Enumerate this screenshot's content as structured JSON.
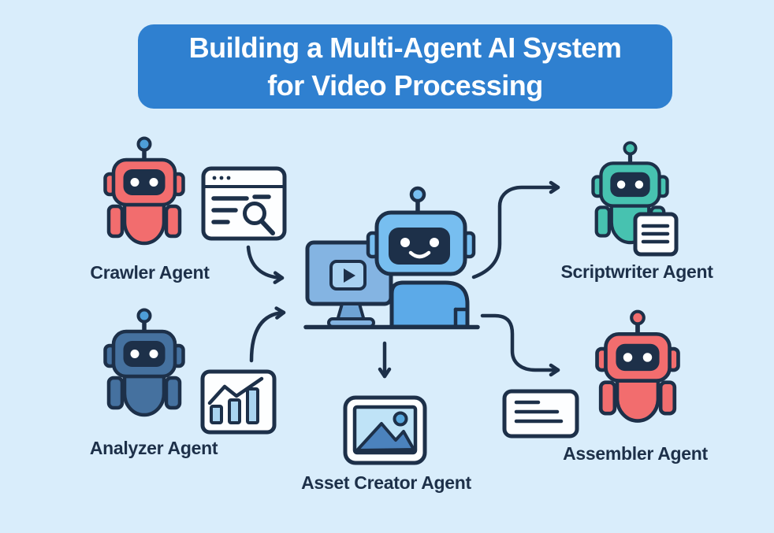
{
  "title": {
    "line1": "Building a Multi-Agent AI System",
    "line2": "for Video Processing"
  },
  "agents": {
    "crawler": {
      "label": "Crawler Agent"
    },
    "analyzer": {
      "label": "Analyzer Agent"
    },
    "scriptwriter": {
      "label": "Scriptwriter Agent"
    },
    "assembler": {
      "label": "Assembler Agent"
    },
    "asset_creator": {
      "label": "Asset Creator Agent"
    }
  },
  "icons": {
    "crawler": "browser-search-icon",
    "analyzer": "bar-chart-icon",
    "coordinator": "video-monitor-icon",
    "scriptwriter": "document-icon",
    "assembler": "text-card-icon",
    "asset_creator": "image-icon"
  },
  "colors": {
    "background": "#d9edfb",
    "banner": "#2f80d0",
    "title-text": "#ffffff",
    "ink": "#1d3049",
    "crawler": "#f26d6e",
    "analyzer": "#45719f",
    "scriptwriter": "#47c2b0",
    "assembler": "#f26d6e",
    "ball-blue": "#4e9ed8",
    "central-head": "#77bef0",
    "central-body": "#5caae8",
    "monitor": "#84b4e2",
    "monitor-inner": "#a9d2f1",
    "monitor-stand": "#6ea3d4",
    "chart-bar": "#a9d4f0",
    "image-sky": "#bfe3f7",
    "image-mountain": "#4b82bd",
    "image-sun": "#57a7dd"
  }
}
